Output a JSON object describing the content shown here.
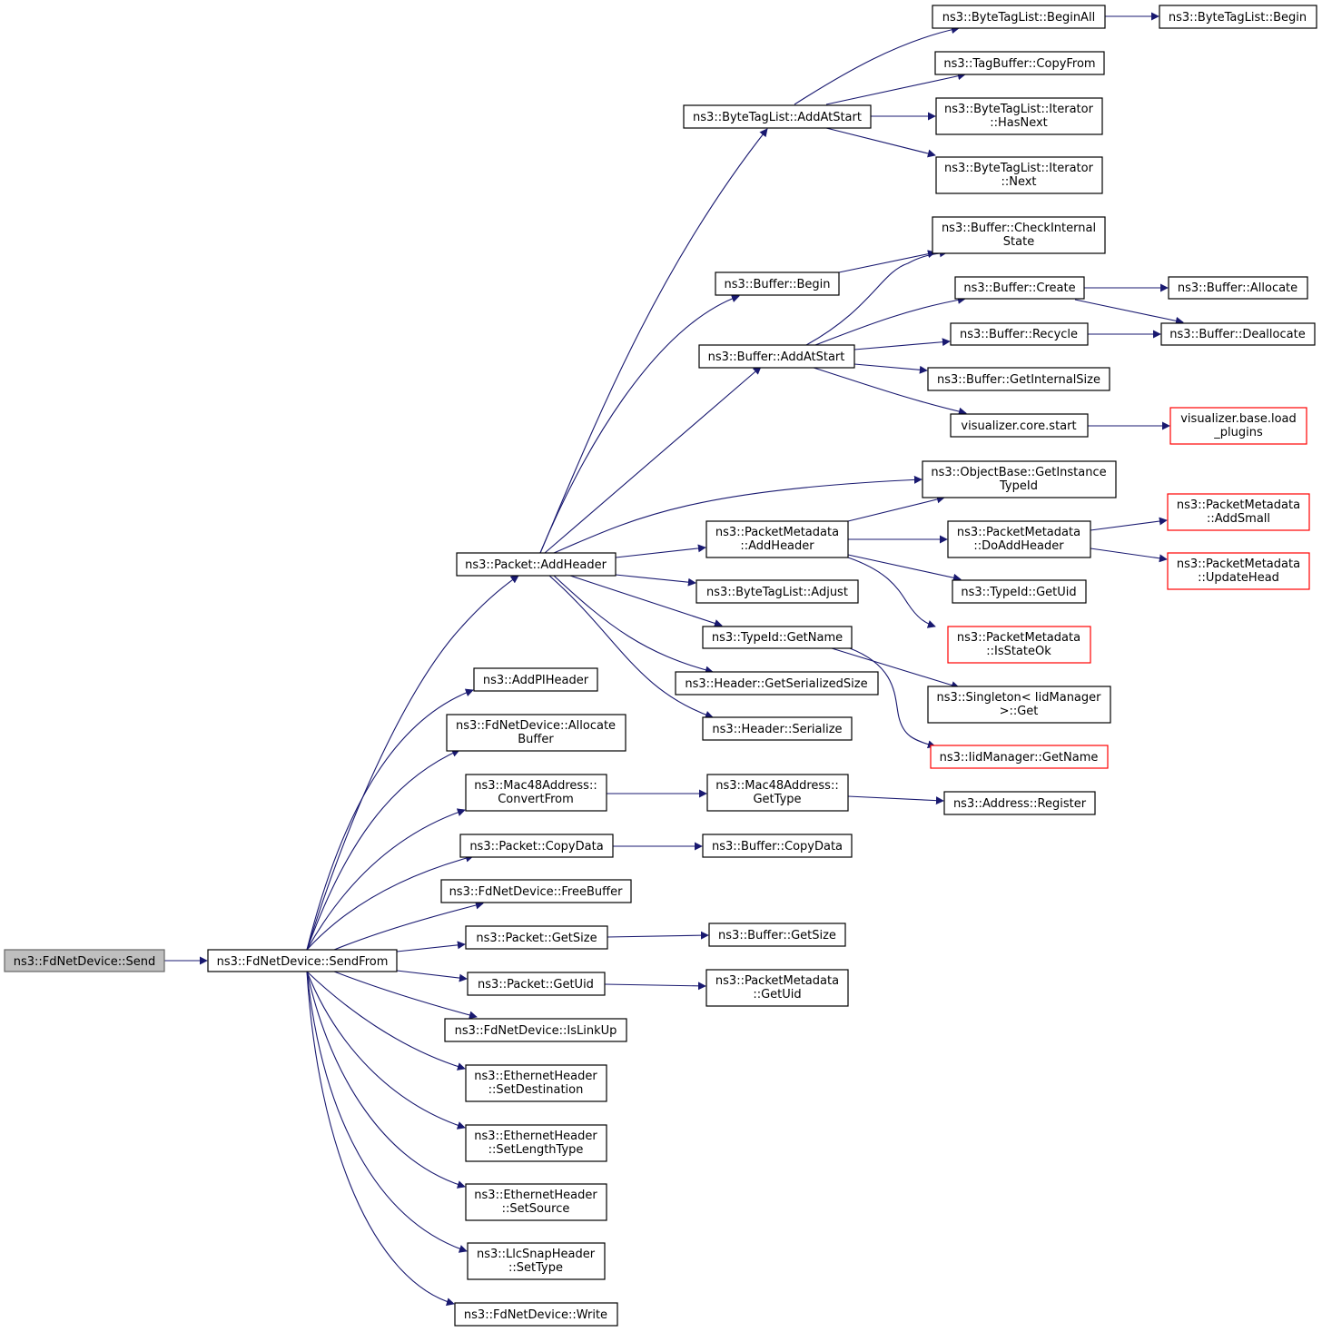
{
  "colors": {
    "edge": "#191970",
    "node_border": "#000000",
    "node_fill": "#ffffff",
    "root_fill": "#bfbfbf",
    "root_border": "#666666",
    "external_border": "#ff0000"
  },
  "nodes": {
    "send": "ns3::FdNetDevice::Send",
    "sendfrom": "ns3::FdNetDevice::SendFrom",
    "addheader": "ns3::Packet::AddHeader",
    "bt_addatstart": "ns3::ByteTagList::AddAtStart",
    "bt_beginall": "ns3::ByteTagList::BeginAll",
    "bt_begin": "ns3::ByteTagList::Begin",
    "tagbuf_copyfrom": "ns3::TagBuffer::CopyFrom",
    "bt_hasnext_1": "ns3::ByteTagList::Iterator",
    "bt_hasnext_2": "::HasNext",
    "bt_next_1": "ns3::ByteTagList::Iterator",
    "bt_next_2": "::Next",
    "buf_checkinternal_1": "ns3::Buffer::CheckInternal",
    "buf_checkinternal_2": "State",
    "buf_begin": "ns3::Buffer::Begin",
    "buf_create": "ns3::Buffer::Create",
    "buf_allocate": "ns3::Buffer::Allocate",
    "buf_recycle": "ns3::Buffer::Recycle",
    "buf_deallocate": "ns3::Buffer::Deallocate",
    "buf_addatstart": "ns3::Buffer::AddAtStart",
    "buf_getinternalsize": "ns3::Buffer::GetInternalSize",
    "viz_start": "visualizer.core.start",
    "viz_load_1": "visualizer.base.load",
    "viz_load_2": "_plugins",
    "ob_getinstance_1": "ns3::ObjectBase::GetInstance",
    "ob_getinstance_2": "TypeId",
    "pm_addheader_1": "ns3::PacketMetadata",
    "pm_addheader_2": "::AddHeader",
    "pm_doaddheader_1": "ns3::PacketMetadata",
    "pm_doaddheader_2": "::DoAddHeader",
    "pm_addsmall_1": "ns3::PacketMetadata",
    "pm_addsmall_2": "::AddSmall",
    "pm_updatehead_1": "ns3::PacketMetadata",
    "pm_updatehead_2": "::UpdateHead",
    "bt_adjust": "ns3::ByteTagList::Adjust",
    "typeid_getuid": "ns3::TypeId::GetUid",
    "typeid_getname": "ns3::TypeId::GetName",
    "pm_isstateok_1": "ns3::PacketMetadata",
    "pm_isstateok_2": "::IsStateOk",
    "hdr_getserializedsize": "ns3::Header::GetSerializedSize",
    "singleton_get_1": "ns3::Singleton< IidManager",
    "singleton_get_2": ">::Get",
    "hdr_serialize": "ns3::Header::Serialize",
    "iid_getname": "ns3::IidManager::GetName",
    "addpiheader": "ns3::AddPIHeader",
    "allocbuf_1": "ns3::FdNetDevice::Allocate",
    "allocbuf_2": "Buffer",
    "mac_convert_1": "ns3::Mac48Address::",
    "mac_convert_2": "ConvertFrom",
    "mac_gettype_1": "ns3::Mac48Address::",
    "mac_gettype_2": "GetType",
    "addr_register": "ns3::Address::Register",
    "pkt_copydata": "ns3::Packet::CopyData",
    "buf_copydata": "ns3::Buffer::CopyData",
    "freebuffer": "ns3::FdNetDevice::FreeBuffer",
    "pkt_getsize": "ns3::Packet::GetSize",
    "buf_getsize": "ns3::Buffer::GetSize",
    "pkt_getuid": "ns3::Packet::GetUid",
    "pm_getuid_1": "ns3::PacketMetadata",
    "pm_getuid_2": "::GetUid",
    "islinkup": "ns3::FdNetDevice::IsLinkUp",
    "eth_setdest_1": "ns3::EthernetHeader",
    "eth_setdest_2": "::SetDestination",
    "eth_setlen_1": "ns3::EthernetHeader",
    "eth_setlen_2": "::SetLengthType",
    "eth_setsrc_1": "ns3::EthernetHeader",
    "eth_setsrc_2": "::SetSource",
    "llc_settype_1": "ns3::LlcSnapHeader",
    "llc_settype_2": "::SetType",
    "fd_write": "ns3::FdNetDevice::Write"
  }
}
